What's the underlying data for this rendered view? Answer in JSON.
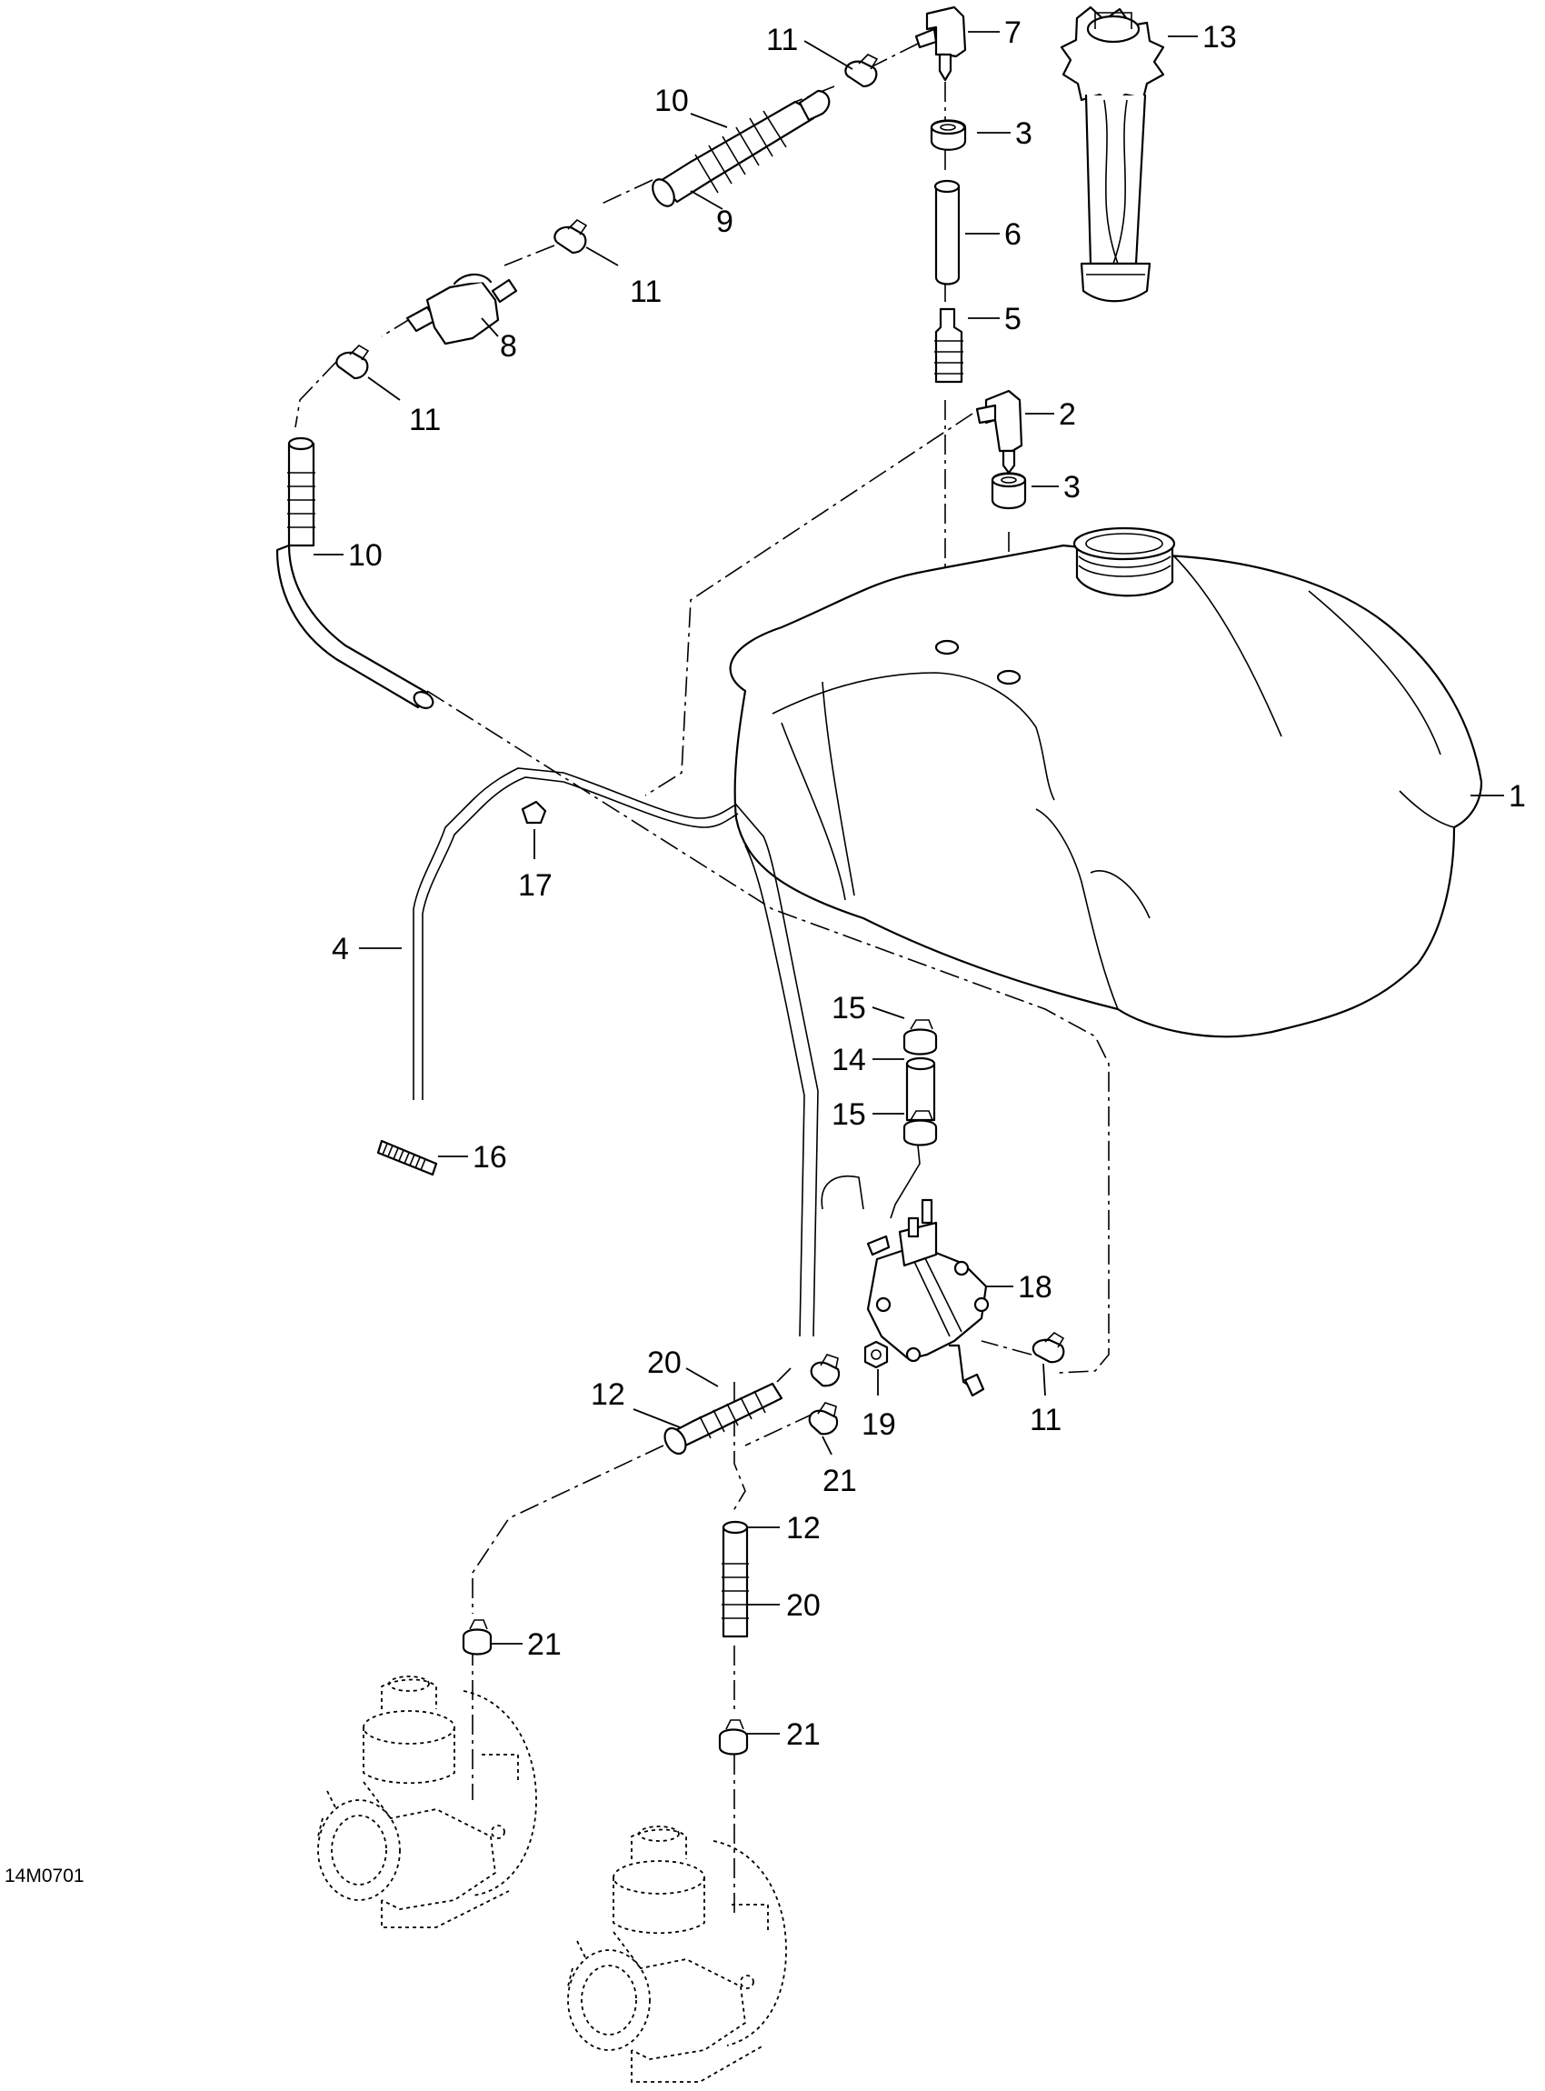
{
  "drawing": {
    "reference": "14M0701"
  },
  "callouts": [
    {
      "id": "c1",
      "text": "1"
    },
    {
      "id": "c2",
      "text": "2"
    },
    {
      "id": "c3a",
      "text": "3"
    },
    {
      "id": "c3b",
      "text": "3"
    },
    {
      "id": "c4",
      "text": "4"
    },
    {
      "id": "c5",
      "text": "5"
    },
    {
      "id": "c6",
      "text": "6"
    },
    {
      "id": "c7",
      "text": "7"
    },
    {
      "id": "c8",
      "text": "8"
    },
    {
      "id": "c9",
      "text": "9"
    },
    {
      "id": "c10a",
      "text": "10"
    },
    {
      "id": "c10b",
      "text": "10"
    },
    {
      "id": "c11a",
      "text": "11"
    },
    {
      "id": "c11b",
      "text": "11"
    },
    {
      "id": "c11c",
      "text": "11"
    },
    {
      "id": "c11d",
      "text": "11"
    },
    {
      "id": "c12a",
      "text": "12"
    },
    {
      "id": "c12b",
      "text": "12"
    },
    {
      "id": "c13",
      "text": "13"
    },
    {
      "id": "c14",
      "text": "14"
    },
    {
      "id": "c15a",
      "text": "15"
    },
    {
      "id": "c15b",
      "text": "15"
    },
    {
      "id": "c16",
      "text": "16"
    },
    {
      "id": "c17",
      "text": "17"
    },
    {
      "id": "c18",
      "text": "18"
    },
    {
      "id": "c19",
      "text": "19"
    },
    {
      "id": "c20a",
      "text": "20"
    },
    {
      "id": "c20b",
      "text": "20"
    },
    {
      "id": "c21a",
      "text": "21"
    },
    {
      "id": "c21b",
      "text": "21"
    },
    {
      "id": "c21c",
      "text": "21"
    }
  ]
}
